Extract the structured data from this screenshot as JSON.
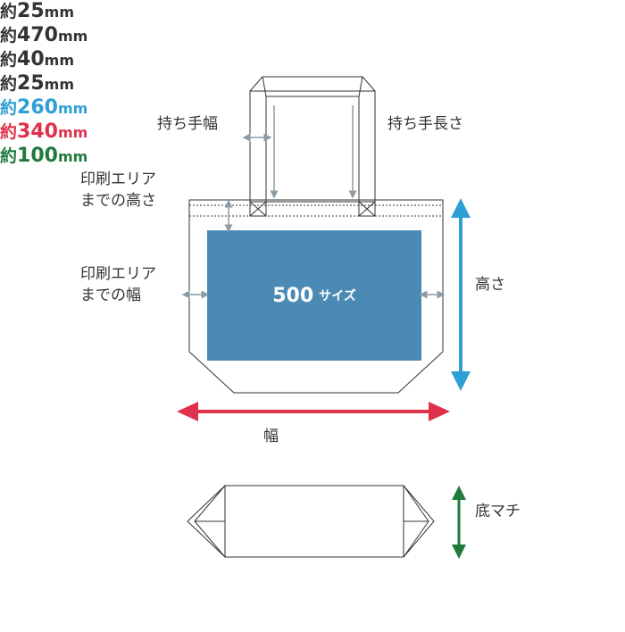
{
  "colors": {
    "outline": "#333333",
    "guide_gray": "#8c9ba5",
    "print_area": "#4a8ab5",
    "height_blue": "#2e9fd4",
    "width_red": "#e0304a",
    "gusset_green": "#1f7a3c"
  },
  "handle_width": {
    "label": "持ち手幅",
    "prefix": "約",
    "number": "25",
    "unit": "mm"
  },
  "handle_length": {
    "label": "持ち手長さ",
    "prefix": "約",
    "number": "470",
    "unit": "mm"
  },
  "print_top": {
    "line1": "印刷エリア",
    "line2": "までの高さ",
    "prefix": "約",
    "number": "40",
    "unit": "mm"
  },
  "print_side": {
    "line1": "印刷エリア",
    "line2": "までの幅",
    "prefix": "約",
    "number": "25",
    "unit": "mm"
  },
  "print_area": {
    "number": "500",
    "suffix": "サイズ"
  },
  "height": {
    "label": "高さ",
    "prefix": "約",
    "number": "260",
    "unit": "mm"
  },
  "width": {
    "label": "幅",
    "prefix": "約",
    "number": "340",
    "unit": "mm"
  },
  "gusset": {
    "label": "底マチ",
    "prefix": "約",
    "number": "100",
    "unit": "mm"
  }
}
